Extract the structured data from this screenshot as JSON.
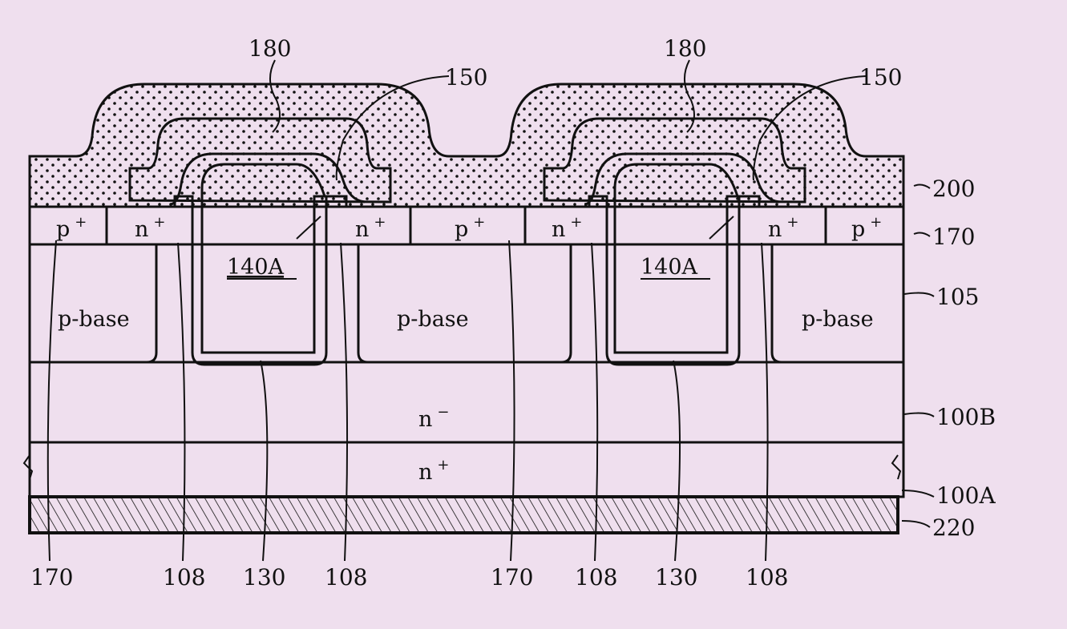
{
  "figure": {
    "ref_labels": {
      "l180a": "180",
      "l180b": "180",
      "l150a": "150",
      "l150b": "150",
      "l200": "200",
      "l170r": "170",
      "l105": "105",
      "l100B": "100B",
      "l100A": "100A",
      "l220": "220"
    },
    "bottom_labels": [
      "170",
      "108",
      "130",
      "108",
      "170",
      "108",
      "130",
      "108"
    ],
    "regions": {
      "p_plus": {
        "base": "p",
        "sup": "+"
      },
      "n_plus": {
        "base": "n",
        "sup": "+"
      },
      "n_minus": {
        "base": "n",
        "sup": "−"
      },
      "p_base": "p-base",
      "gate": "140A"
    }
  },
  "colors": {
    "background": "#efdfee",
    "ink": "#111111"
  }
}
